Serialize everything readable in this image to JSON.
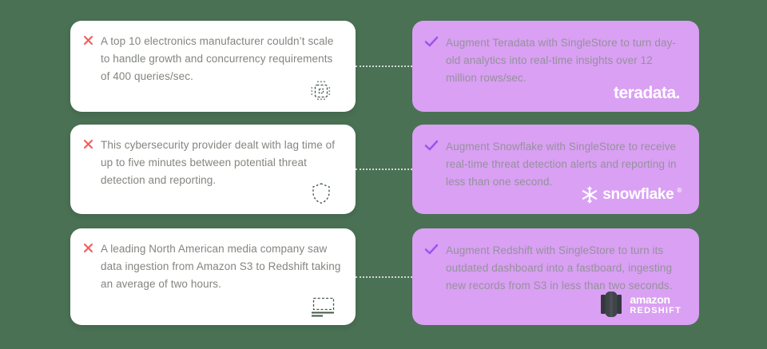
{
  "page": {
    "background_color": "#4a7154",
    "problem_card_color": "#ffffff",
    "solution_card_color": "#d9a0f3",
    "x_mark_color": "#f25d5d",
    "check_mark_color": "#9d53f0",
    "corner_icon_color": "#44584a",
    "connector_color": "#d6d8d2"
  },
  "icons": {
    "x": "x-icon",
    "check": "check-icon",
    "row1_corner": "chip-icon",
    "row2_corner": "shield-icon",
    "row3_corner": "monitor-icon"
  },
  "rows": [
    {
      "problem": {
        "text": "A top 10 electronics manufacturer couldn’t scale to handle growth and concurrency requirements of 400 queries/sec.",
        "icon": "chip-icon"
      },
      "solution": {
        "text": "Augment Teradata with SingleStore to turn day-old analytics into real-time insights over 12 million rows/sec.",
        "logo_text": "teradata."
      }
    },
    {
      "problem": {
        "text": "This cybersecurity provider dealt with lag time of up to five minutes between potential threat detection and reporting.",
        "icon": "shield-icon"
      },
      "solution": {
        "text": "Augment Snowflake with SingleStore to receive real-time threat detection alerts and reporting in less than one second.",
        "logo_text": "snowflake",
        "logo_mark": "®"
      }
    },
    {
      "problem": {
        "text": "A leading North American media company saw data ingestion from Amazon S3 to Redshift taking an average of two hours.",
        "icon": "monitor-icon"
      },
      "solution": {
        "text": "Augment Redshift with SingleStore to turn its outdated dashboard into a fastboard, ingesting new records from S3 in less than two seconds.",
        "logo_text_line1": "amazon",
        "logo_text_line2": "REDSHIFT"
      }
    }
  ]
}
